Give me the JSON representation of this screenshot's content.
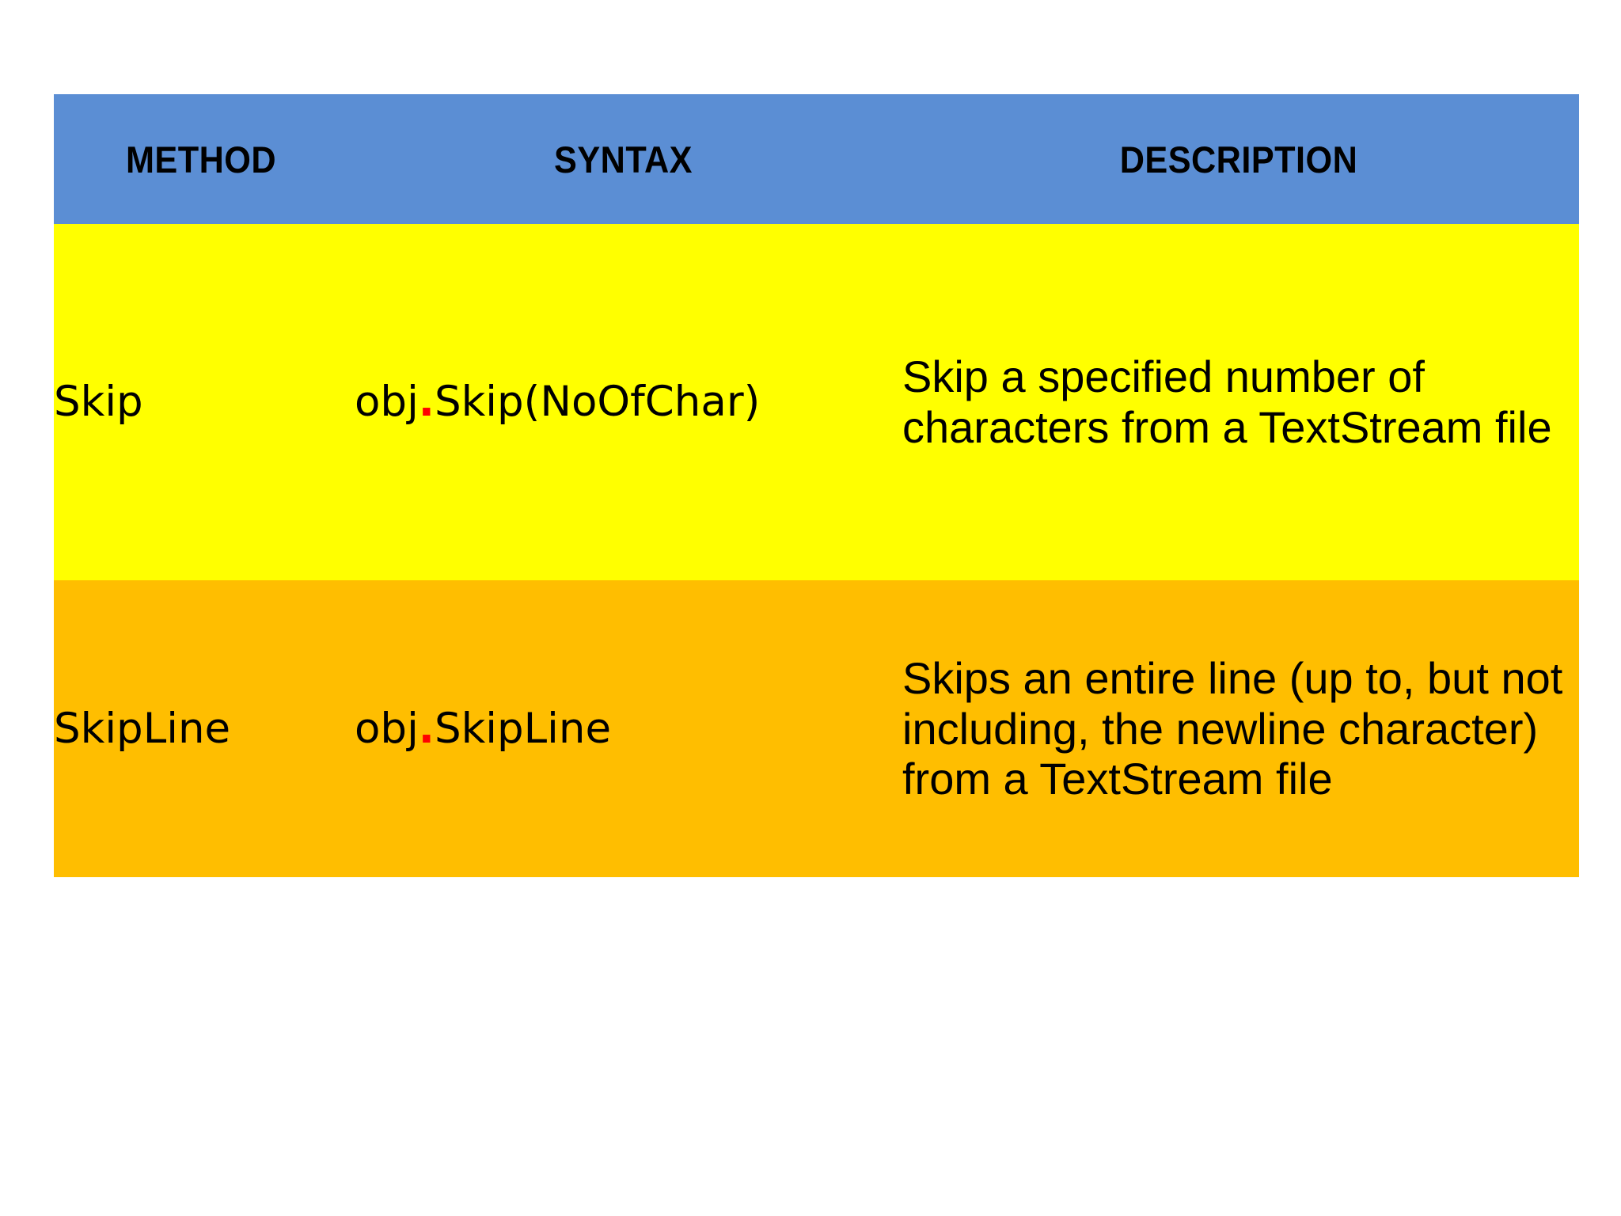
{
  "table": {
    "colors": {
      "header_background": "#5b8ed4",
      "row1_background": "#ffff00",
      "row2_background": "#ffbe00",
      "text": "#000000",
      "accent_dot": "#ff0000",
      "page_background": "#ffffff"
    },
    "columns": [
      {
        "key": "method",
        "label": "METHOD"
      },
      {
        "key": "syntax",
        "label": "SYNTAX"
      },
      {
        "key": "description",
        "label": "DESCRIPTION"
      }
    ],
    "rows": [
      {
        "method": "Skip",
        "syntax_prefix": "obj",
        "syntax_dot": ".",
        "syntax_suffix": "Skip(NoOfChar)",
        "description": "Skip a specified number of characters from a TextStream file"
      },
      {
        "method": "SkipLine",
        "syntax_prefix": "obj",
        "syntax_dot": ".",
        "syntax_suffix": "SkipLine",
        "description": "Skips an entire line (up to, but not including, the newline character) from a TextStream file"
      }
    ]
  }
}
